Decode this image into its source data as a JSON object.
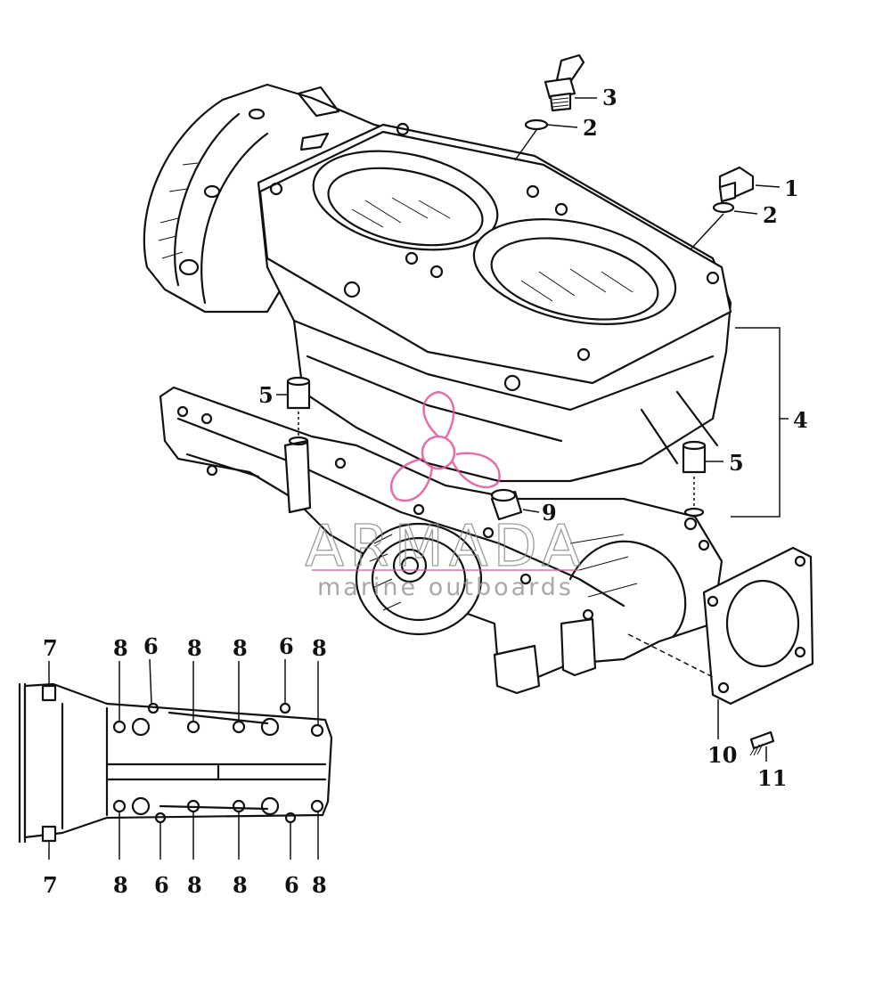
{
  "callouts": {
    "c1": "1",
    "c2a": "2",
    "c2b": "2",
    "c3": "3",
    "c4": "4",
    "c5a": "5",
    "c5b": "5",
    "c9": "9",
    "c10": "10",
    "c11": "11"
  },
  "inset_callouts": {
    "top": [
      "7",
      "8",
      "6",
      "8",
      "8",
      "6",
      "8"
    ],
    "bottom": [
      "7",
      "8",
      "6",
      "8",
      "8",
      "6",
      "8"
    ]
  },
  "watermark": {
    "brand": "ARMADA",
    "tagline": "marine outboards",
    "logo_color": "#e0559a",
    "text_color": "#8a8a8a"
  }
}
